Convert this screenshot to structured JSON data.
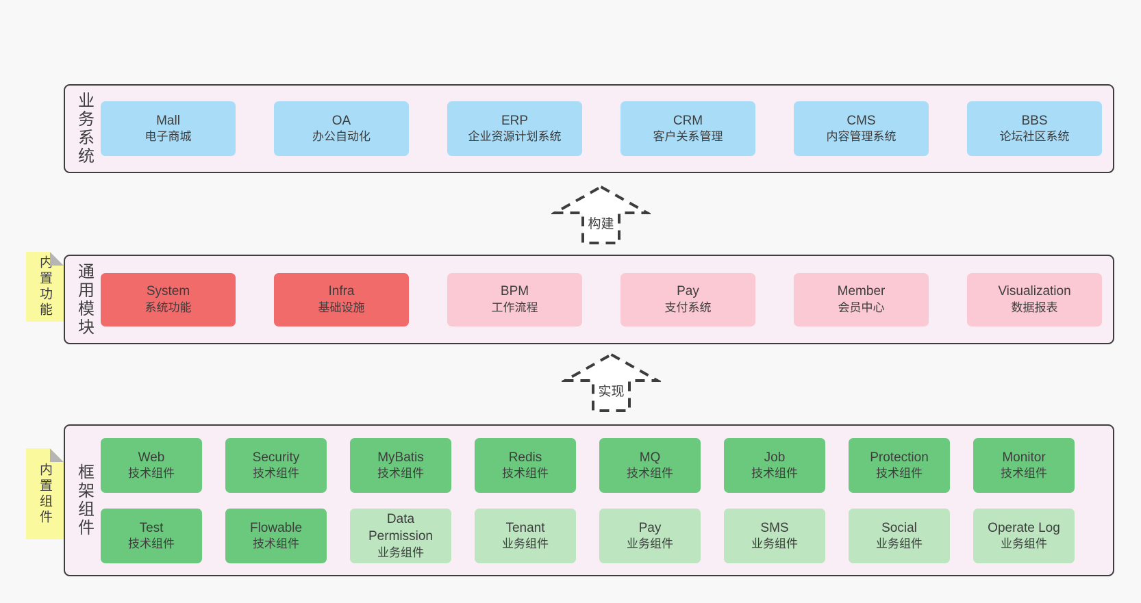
{
  "colors": {
    "page_bg": "#f8f8f8",
    "layer_bg": "#f9edf6",
    "border": "#3d3d3d",
    "text": "#3d3d3d",
    "blue": "#a9dcf6",
    "red": "#f16b6b",
    "pink": "#fbc9d3",
    "green": "#6bc97d",
    "lightgreen": "#bce5c0",
    "yellow": "#fbf99d",
    "fold": "#b5b5b5"
  },
  "layers": {
    "business": {
      "label": "业务系统",
      "boxes": [
        {
          "title": "Mall",
          "subtitle": "电子商城"
        },
        {
          "title": "OA",
          "subtitle": "办公自动化"
        },
        {
          "title": "ERP",
          "subtitle": "企业资源计划系统"
        },
        {
          "title": "CRM",
          "subtitle": "客户关系管理"
        },
        {
          "title": "CMS",
          "subtitle": "内容管理系统"
        },
        {
          "title": "BBS",
          "subtitle": "论坛社区系统"
        }
      ]
    },
    "modules": {
      "label": "通用模块",
      "sticky": "内置功能",
      "boxes": [
        {
          "title": "System",
          "subtitle": "系统功能"
        },
        {
          "title": "Infra",
          "subtitle": "基础设施"
        },
        {
          "title": "BPM",
          "subtitle": "工作流程"
        },
        {
          "title": "Pay",
          "subtitle": "支付系统"
        },
        {
          "title": "Member",
          "subtitle": "会员中心"
        },
        {
          "title": "Visualization",
          "subtitle": "数据报表"
        }
      ]
    },
    "components": {
      "label": "框架组件",
      "sticky": "内置组件",
      "row1": [
        {
          "title": "Web",
          "subtitle": "技术组件"
        },
        {
          "title": "Security",
          "subtitle": "技术组件"
        },
        {
          "title": "MyBatis",
          "subtitle": "技术组件"
        },
        {
          "title": "Redis",
          "subtitle": "技术组件"
        },
        {
          "title": "MQ",
          "subtitle": "技术组件"
        },
        {
          "title": "Job",
          "subtitle": "技术组件"
        },
        {
          "title": "Protection",
          "subtitle": "技术组件"
        },
        {
          "title": "Monitor",
          "subtitle": "技术组件"
        }
      ],
      "row2": [
        {
          "title": "Test",
          "subtitle": "技术组件"
        },
        {
          "title": "Flowable",
          "subtitle": "技术组件"
        },
        {
          "title": "Data Permission",
          "subtitle": "业务组件"
        },
        {
          "title": "Tenant",
          "subtitle": "业务组件"
        },
        {
          "title": "Pay",
          "subtitle": "业务组件"
        },
        {
          "title": "SMS",
          "subtitle": "业务组件"
        },
        {
          "title": "Social",
          "subtitle": "业务组件"
        },
        {
          "title": "Operate Log",
          "subtitle": "业务组件"
        }
      ]
    }
  },
  "arrows": {
    "build": {
      "label": "构建"
    },
    "implement": {
      "label": "实现"
    }
  }
}
